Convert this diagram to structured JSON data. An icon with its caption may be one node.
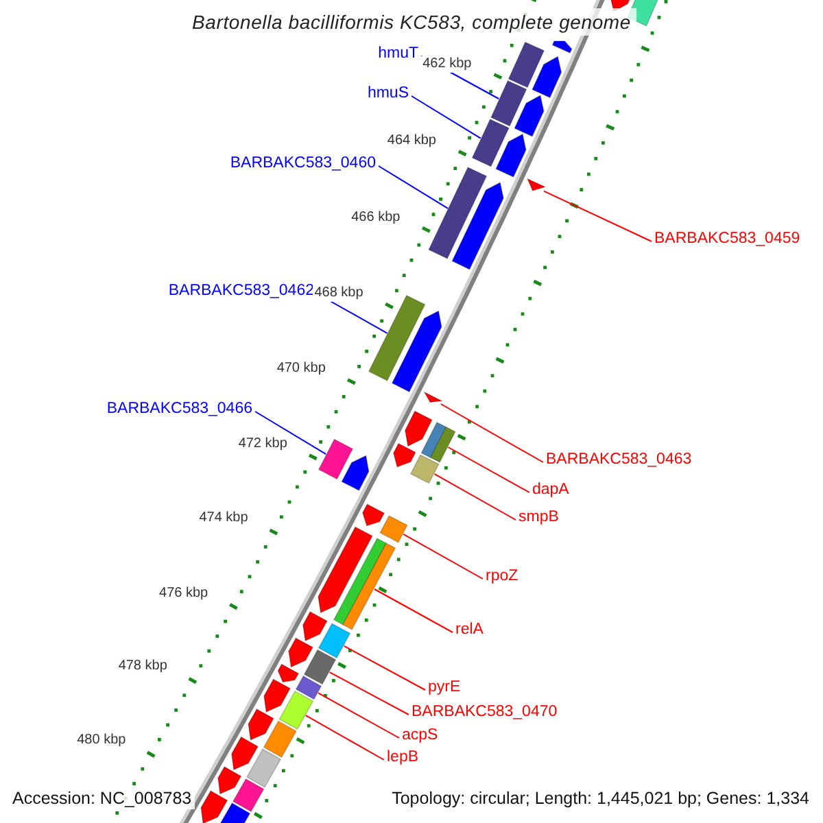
{
  "diagram": {
    "title": "Bartonella bacilliformis KC583, complete genome",
    "nodes": [
      {
        "text": [
          "hmuT"
        ]
      },
      {
        "text": [
          "hmuS"
        ]
      },
      {
        "text": [
          "BARBAKC583_0460"
        ]
      },
      {
        "text": [
          "BARBAKC583_0459"
        ]
      },
      {
        "text": [
          "BARBAKC583_0462"
        ]
      },
      {
        "text": [
          "BARBAKC583_0466"
        ]
      },
      {
        "text": [
          "BARBAKC583_0463"
        ]
      },
      {
        "text": [
          "dapA"
        ]
      },
      {
        "text": [
          "smpB"
        ]
      },
      {
        "text": [
          "rpoZ"
        ]
      },
      {
        "text": [
          "relA"
        ]
      },
      {
        "text": [
          "pyrE"
        ]
      },
      {
        "text": [
          "BARBAKC583_0470"
        ]
      },
      {
        "text": [
          "acpS"
        ]
      },
      {
        "text": [
          "lepB"
        ]
      },
      {
        "text": [],
        "shape": "arrow"
      },
      {
        "text": [],
        "shape": "arrow"
      },
      {
        "text": [],
        "shape": "arrow"
      },
      {
        "text": [],
        "shape": "arrow"
      },
      {
        "text": [],
        "shape": "arrow"
      },
      {
        "text": [],
        "shape": "arrow"
      },
      {
        "text": [],
        "shape": "arrow"
      },
      {
        "text": [],
        "shape": "arrow"
      },
      {
        "text": [],
        "shape": "arrow"
      },
      {
        "text": [],
        "shape": "arrow"
      },
      {
        "text": [],
        "shape": "arrow"
      },
      {
        "text": [],
        "shape": "arrow"
      },
      {
        "text": [],
        "shape": "arrow"
      },
      {
        "text": [],
        "shape": "arrow"
      },
      {
        "text": [],
        "shape": "arrow"
      },
      {
        "text": [],
        "shape": "arrow"
      },
      {
        "text": [],
        "shape": "arrow"
      },
      {
        "text": [],
        "shape": "arrow"
      },
      {
        "text": [],
        "shape": "arrow"
      },
      {
        "text": [],
        "shape": "arrow"
      },
      {
        "text": [],
        "shape": "arrow"
      },
      {
        "text": [],
        "shape": "arrow"
      }
    ],
    "edges": [
      {
        "from": 0,
        "to": 18,
        "arrow": "none",
        "color": "#0000ff"
      },
      {
        "from": 1,
        "to": 19,
        "arrow": "none",
        "color": "#0000ff"
      },
      {
        "from": 2,
        "to": 21,
        "arrow": "none",
        "color": "#0000ff"
      },
      {
        "from": 3,
        "to": 20,
        "arrow": "none"
      },
      {
        "from": 4,
        "to": 22,
        "arrow": "none",
        "color": "#0000ff"
      },
      {
        "from": 5,
        "to": 26,
        "arrow": "none",
        "color": "#0000ff"
      },
      {
        "from": 6,
        "to": 23,
        "arrow": "none"
      },
      {
        "from": 7,
        "to": 24,
        "arrow": "none"
      },
      {
        "from": 8,
        "to": 25,
        "arrow": "none"
      },
      {
        "from": 9,
        "to": 27,
        "arrow": "none"
      },
      {
        "from": 10,
        "to": 28,
        "arrow": "none"
      },
      {
        "from": 11,
        "to": 29,
        "arrow": "none"
      },
      {
        "from": 12,
        "to": 30,
        "arrow": "none"
      },
      {
        "from": 13,
        "to": 31,
        "arrow": "none"
      },
      {
        "from": 14,
        "to": 32,
        "arrow": "none"
      }
    ],
    "labels": [
      "462 kbp",
      "464 kbp",
      "466 kbp",
      "468 kbp",
      "470 kbp",
      "472 kbp",
      "474 kbp",
      "476 kbp",
      "478 kbp",
      "480 kbp",
      "Accession: NC_008783",
      "Topology: circular; Length: 1,445,021 bp; Genes: 1,334"
    ]
  }
}
